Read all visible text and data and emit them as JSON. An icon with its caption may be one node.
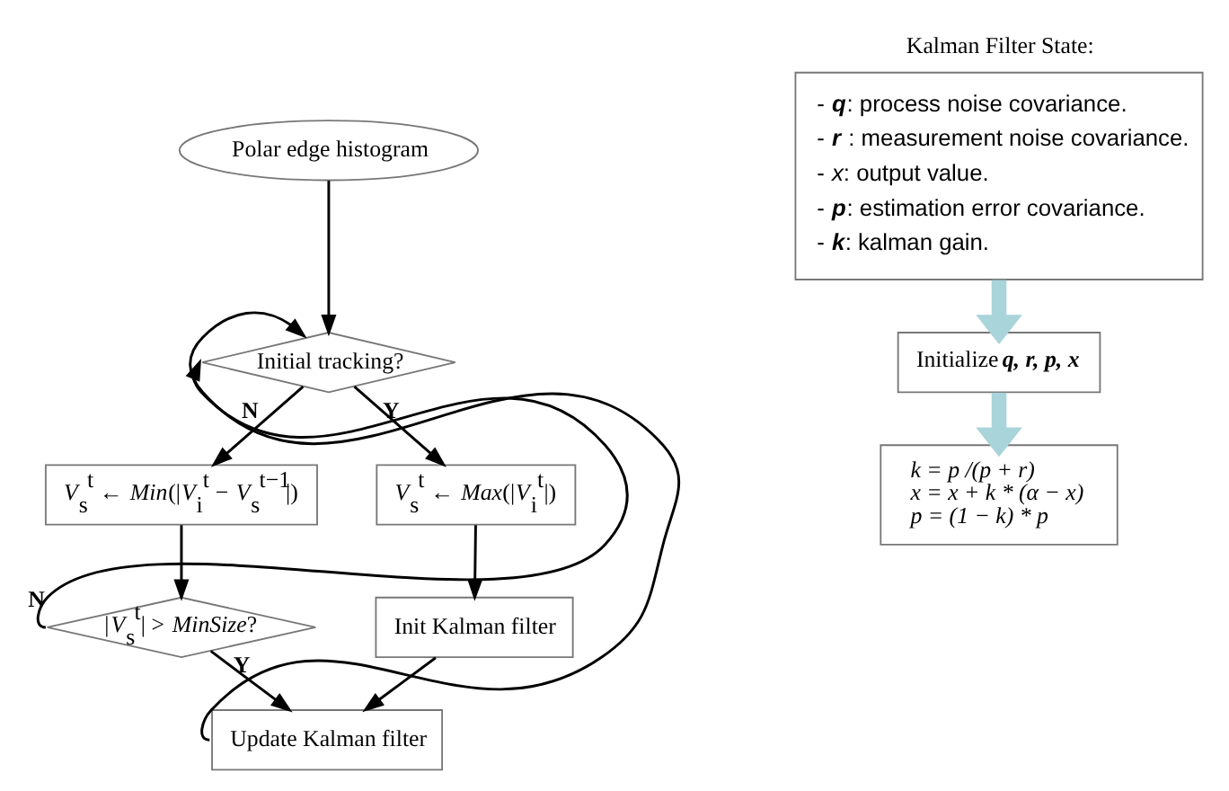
{
  "diagram": {
    "nodes": [
      {
        "text": [
          "Polar edge histogram"
        ]
      },
      {
        "text": [
          "Initial tracking?"
        ]
      },
      {
        "text": [
          "*V*$_{s}$$^{t}$ ← *Min*(|*V*$_{i}$$^{t}$ − *V*$_{s}$$^{t−1}$|)"
        ]
      },
      {
        "text": [
          "*V*$_{s}$$^{t}$ ← *Max*(|*V*$_{i}$$^{t}$|)"
        ]
      },
      {
        "text": [
          "|*V*$_{s}$$^{t}$| > *MinSize*?"
        ]
      },
      {
        "text": [
          "Init Kalman filter"
        ]
      },
      {
        "text": [
          "Update Kalman filter"
        ]
      },
      {
        "text": [
          "Kalman Filter State:",
          "- **q**: process noise covariance.",
          "- **r** : measurement noise covariance.",
          "- *x*: output value.",
          "- **p**: estimation error covariance.",
          "- **k**: kalman gain."
        ]
      },
      {
        "text": [
          "Initialize **q, r, p, x**"
        ]
      },
      {
        "text": [
          "k = p /(p + r)",
          "x = x + k * (α − x)",
          "p = (1 − k) * p"
        ]
      }
    ],
    "edges": [
      {
        "from": 0,
        "to": 1,
        "arrow": "to"
      },
      {
        "from": 1,
        "to": 2,
        "arrow": "to",
        "label": "N"
      },
      {
        "from": 1,
        "to": 3,
        "arrow": "to",
        "label": "Y"
      },
      {
        "from": 2,
        "to": 4,
        "arrow": "to"
      },
      {
        "from": 4,
        "to": 6,
        "arrow": "to",
        "label": "Y"
      },
      {
        "from": 3,
        "to": 5,
        "arrow": "to"
      },
      {
        "from": 5,
        "to": 6,
        "arrow": "to"
      },
      {
        "from": 4,
        "to": 1,
        "arrow": "to",
        "label": "N"
      },
      {
        "from": 6,
        "to": 1,
        "arrow": "to"
      },
      {
        "from": 7,
        "to": 8,
        "arrow": "to",
        "style": "thick",
        "color": "#a8d4da"
      },
      {
        "from": 8,
        "to": 9,
        "arrow": "to",
        "style": "thick",
        "color": "#a8d4da"
      }
    ]
  }
}
